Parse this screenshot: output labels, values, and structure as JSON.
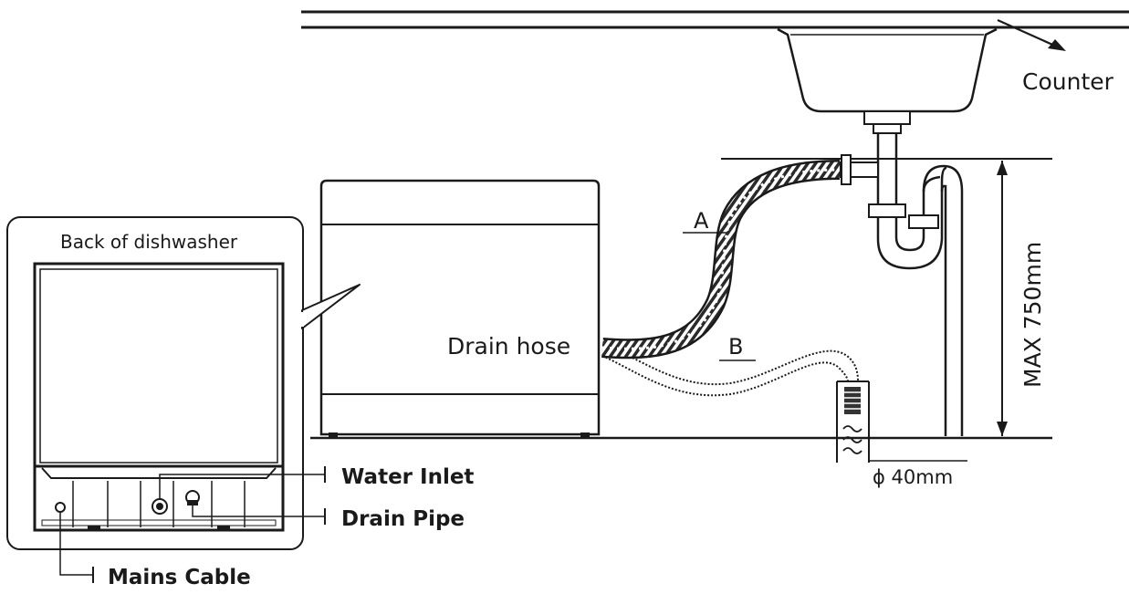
{
  "labels": {
    "counter": "Counter",
    "back_of_dishwasher": "Back of dishwasher",
    "drain_hose": "Drain hose",
    "hose_a": "A",
    "hose_b": "B",
    "max_height": "MAX 750mm",
    "pipe_diameter": "ϕ 40mm",
    "water_inlet": "Water Inlet",
    "drain_pipe": "Drain Pipe",
    "mains_cable": "Mains Cable"
  }
}
